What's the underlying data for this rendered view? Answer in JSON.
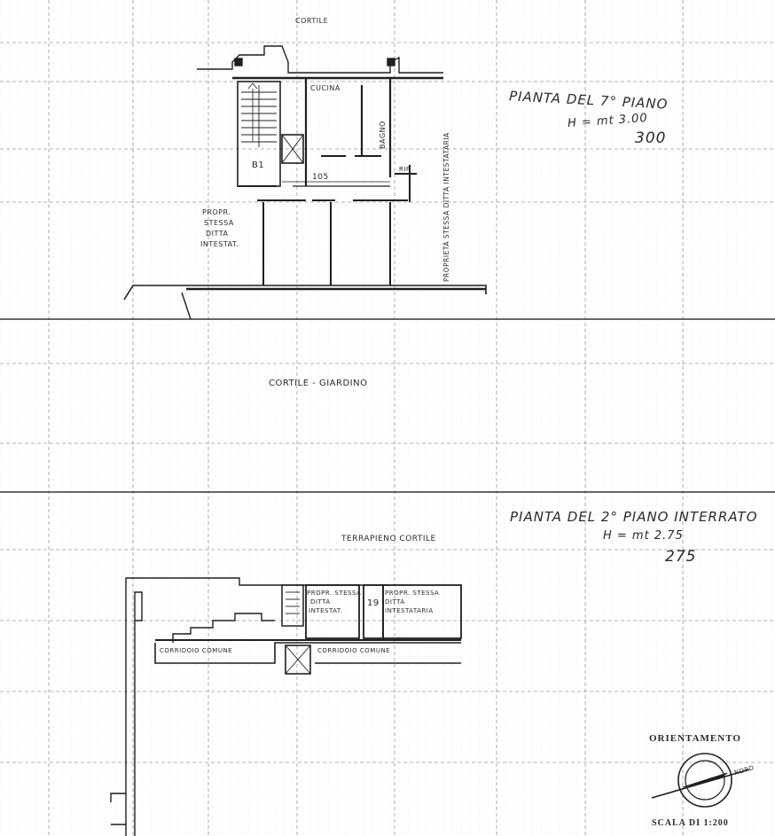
{
  "labels": {
    "cortile": "CORTILE",
    "cucina": "CUCINA",
    "bagno": "BAGNO",
    "prop_right_vertical": "PROPRIETÀ STESSA DITTA INTESTATARIA",
    "b1": "B1",
    "dim_105": "105",
    "prop_left_line1": "PROPR.",
    "prop_left_line2": "STESSA",
    "prop_left_line3": "DITTA",
    "prop_left_line4": "INTESTAT.",
    "rip": "RIP.",
    "plan1_title": "PIANTA DEL 7° PIANO",
    "plan1_height": "H = mt 3.00",
    "plan1_num": "300",
    "cortile_giardino": "CORTILE - GIARDINO",
    "plan2_title": "PIANTA DEL 2° PIANO INTERRATO",
    "plan2_height": "H = mt 2.75",
    "plan2_num": "275",
    "terrapieno": "TERRAPIENO CORTILE",
    "prop_a_line1": "PROPR. STESSA",
    "prop_a_line2": "DITTA",
    "prop_a_line3": "INTESTAT.",
    "num_19": "19",
    "prop_b_line1": "PROPR. STESSA",
    "prop_b_line2": "DITTA",
    "prop_b_line3": "INTESTATARIA",
    "corridoio_left": "CORRIDOIO COMUNE",
    "corridoio_right": "CORRIDOIO COMUNE",
    "orientamento": "ORIENTAMENTO",
    "nord": "NORD",
    "scala": "SCALA DI 1:200"
  },
  "colors": {
    "grid_fine": "#d4d4d4",
    "grid_major": "#8a8a8a",
    "ink": "#1f1f1f"
  }
}
